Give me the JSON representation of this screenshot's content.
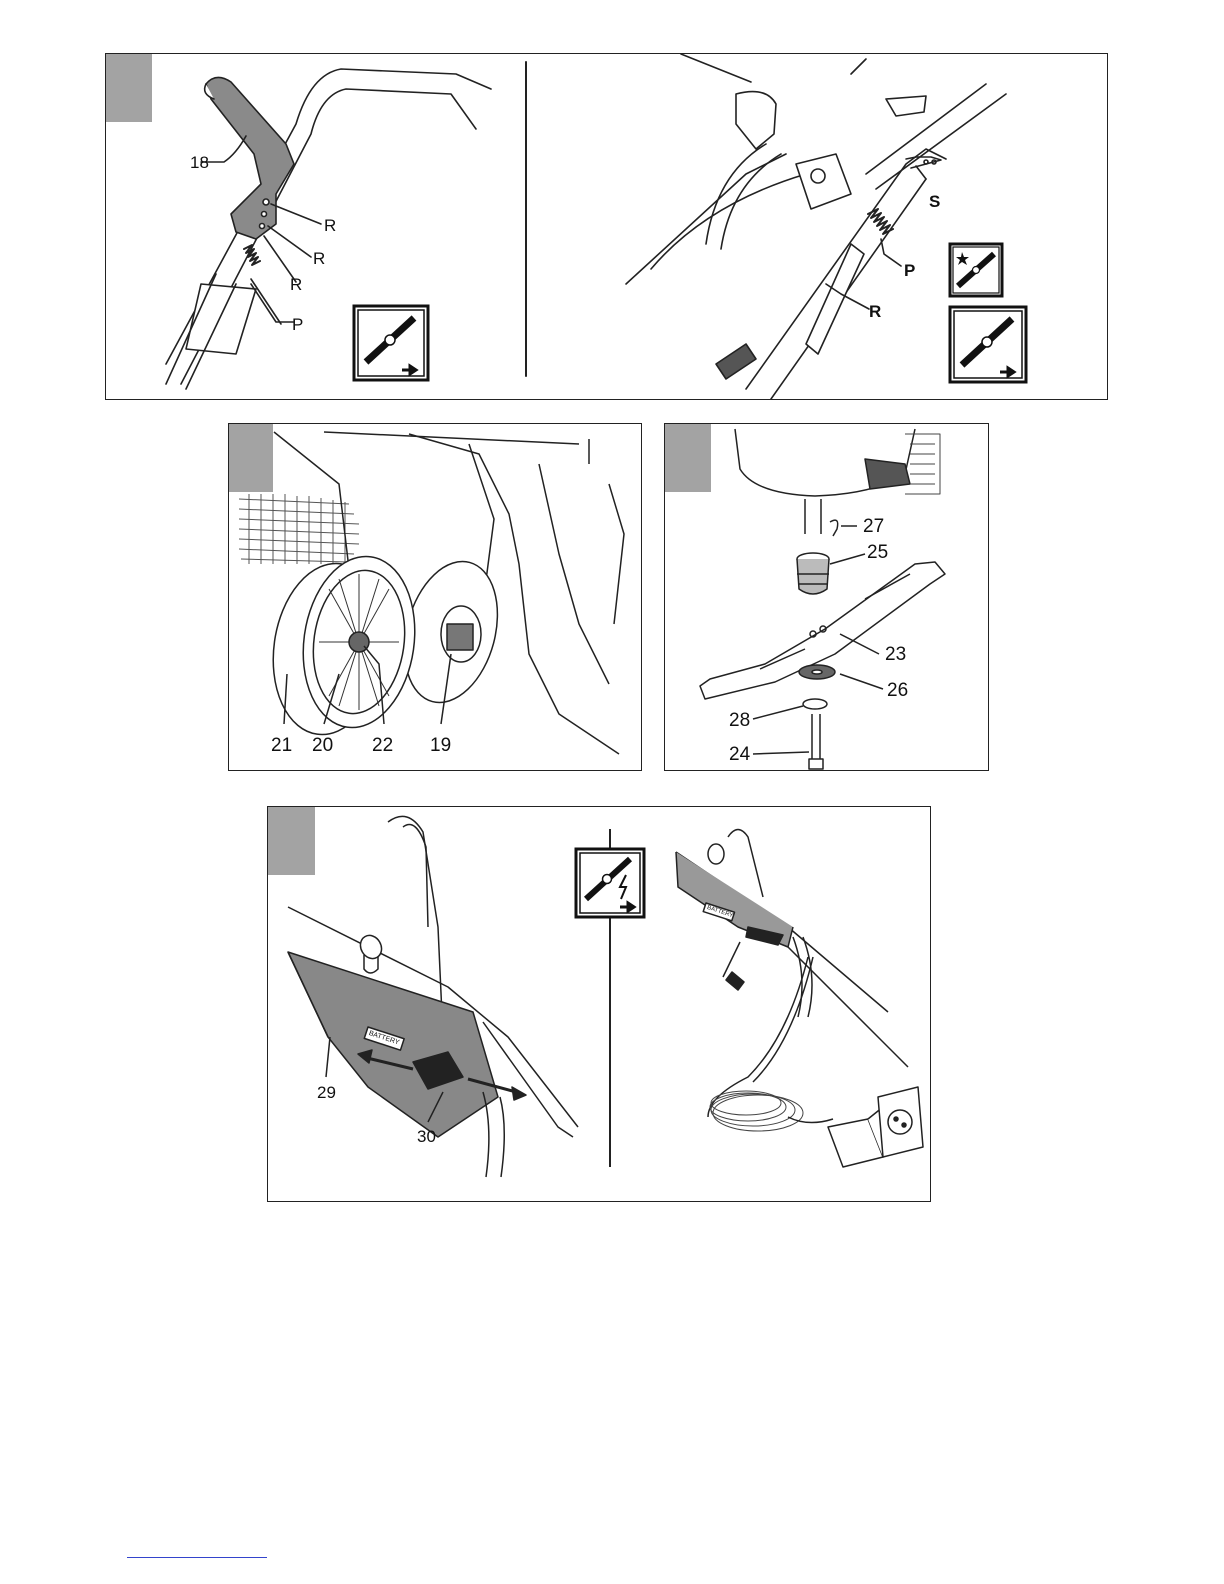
{
  "figure_top": {
    "left_labels": {
      "lever": "18",
      "rod_a": "R",
      "rod_b": "R",
      "rod_c": "R",
      "spring": "P"
    },
    "right_labels": {
      "hook": "S",
      "spring": "P",
      "rod": "R"
    }
  },
  "figure_wheel": {
    "labels": {
      "tire": "21",
      "hub": "20",
      "cap": "22",
      "gear": "19"
    }
  },
  "figure_blade": {
    "labels": {
      "key": "27",
      "adapter": "25",
      "blade": "23",
      "washer_a": "26",
      "washer_b": "28",
      "bolt": "24"
    }
  },
  "figure_battery": {
    "labels": {
      "battery": "29",
      "plug": "30"
    },
    "battery_tag_left": "BATTERY",
    "battery_tag_right": "BATTERY"
  },
  "icons": [
    "blade-stop-icon",
    "blade-start-icon",
    "blade-stop-icon",
    "blade-electric-icon"
  ],
  "colors": {
    "tab": "#a3a3a3",
    "line": "#222222",
    "footer_rule": "#3344cc"
  }
}
